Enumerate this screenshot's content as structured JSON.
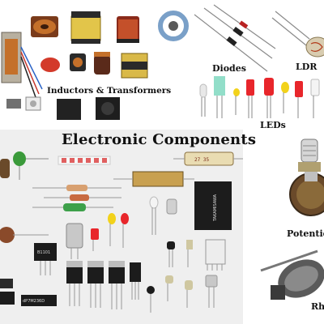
{
  "captions": {
    "inductors": "Inductors & Transformers",
    "diodes": "Diodes",
    "ldr": "LDR",
    "leds": "LEDs",
    "main_title": "Electronic Components",
    "potentiometer": "Potentio",
    "rheostat": "Rh"
  },
  "part_labels": {
    "capacitor_mark": "27 35",
    "regulator_mark": "B1101",
    "relay_brand": "TAKAMISAWA",
    "chip_mark": "dP7M236D"
  },
  "colors": {
    "background": "#ffffff",
    "table": "#efefef",
    "caption": "#111111",
    "led_red": "#e8262b",
    "led_green": "#3db24a",
    "led_yellow": "#f2d21b",
    "copper": "#c4702a",
    "component_black": "#1c1c1c"
  }
}
